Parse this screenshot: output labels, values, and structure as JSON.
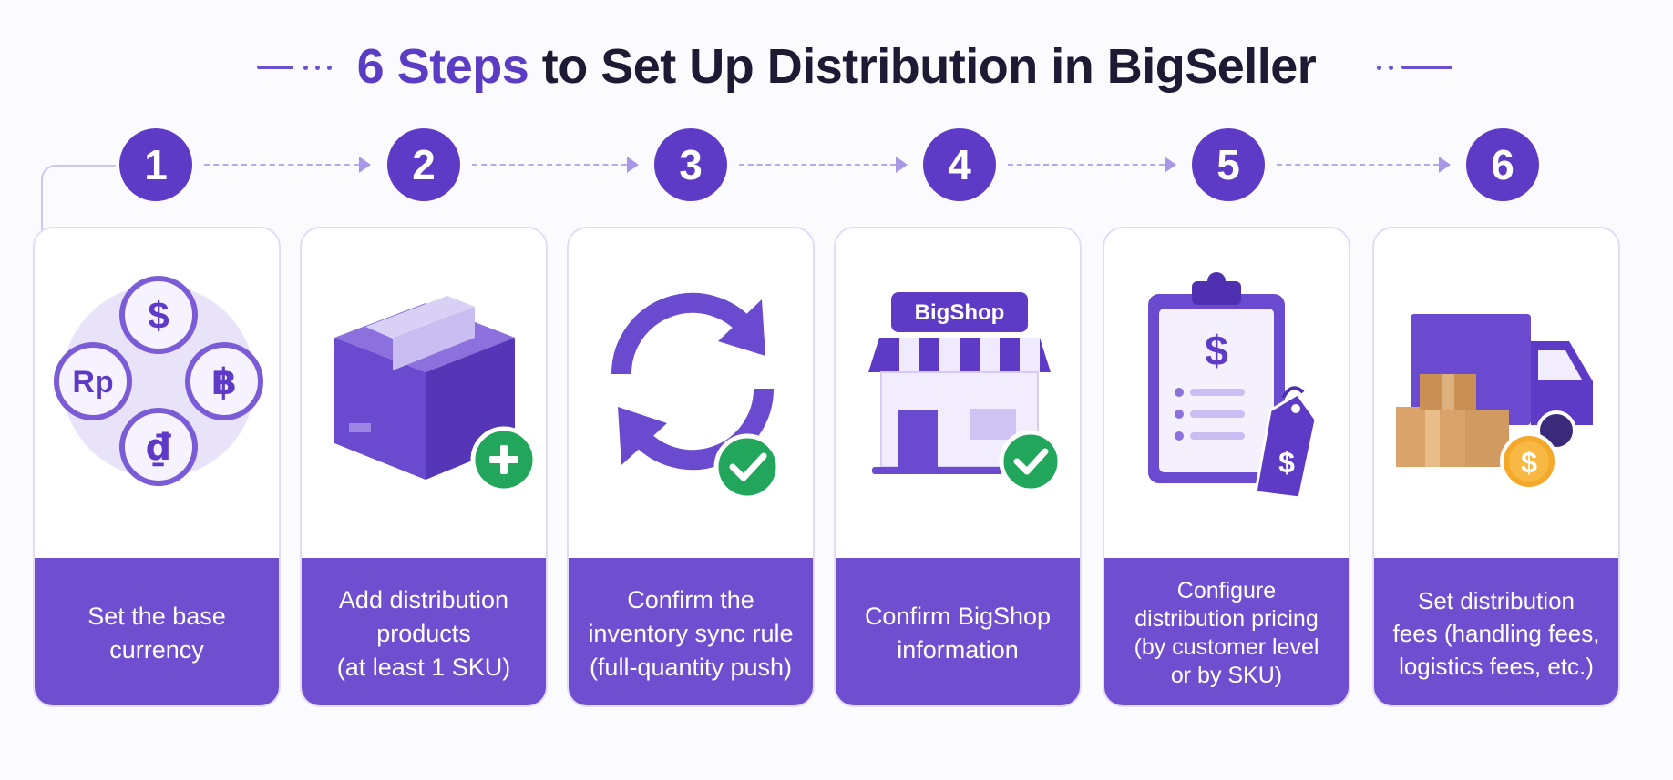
{
  "title": {
    "accent": "6 Steps",
    "rest": " to Set Up Distribution in BigSeller"
  },
  "colors": {
    "primary": "#5e3bc6",
    "card_footer": "#6f4fcf",
    "success": "#22a65b",
    "coin": "#f4a92b"
  },
  "steps": [
    {
      "number": "1",
      "icon": "currency-coins-icon",
      "lines": [
        "Set the base",
        "currency"
      ],
      "symbols": [
        "$",
        "Rp",
        "฿",
        "₫"
      ]
    },
    {
      "number": "2",
      "icon": "add-product-box-icon",
      "lines": [
        "Add distribution",
        "products",
        "(at least 1 SKU)"
      ]
    },
    {
      "number": "3",
      "icon": "sync-check-icon",
      "lines": [
        "Confirm the",
        "inventory sync rule",
        "(full-quantity push)"
      ]
    },
    {
      "number": "4",
      "icon": "storefront-check-icon",
      "lines": [
        "Confirm BigShop",
        "information"
      ],
      "sign": "BigShop"
    },
    {
      "number": "5",
      "icon": "pricing-clipboard-icon",
      "lines": [
        "Configure",
        "distribution pricing",
        "(by customer level",
        "or by SKU)"
      ],
      "symbols": [
        "$",
        "$"
      ]
    },
    {
      "number": "6",
      "icon": "delivery-truck-fees-icon",
      "lines": [
        "Set distribution",
        "fees (handling fees,",
        "logistics fees, etc.)"
      ],
      "symbols": [
        "$"
      ]
    }
  ]
}
